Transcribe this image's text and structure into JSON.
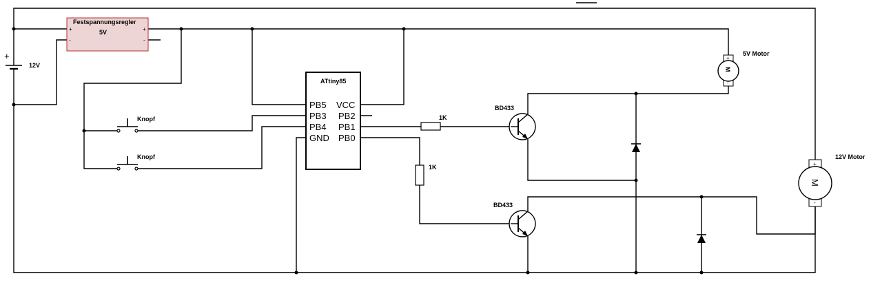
{
  "regulator": {
    "name": "Festspannungsregler",
    "voltage": "5V",
    "plus": "+",
    "minus": "-",
    "fill": "#edd5d5",
    "stroke": "#b03030"
  },
  "battery": {
    "label": "12V",
    "plus": "+"
  },
  "chip": {
    "name": "ATtiny85",
    "pins_left": [
      "PB5",
      "PB3",
      "PB4",
      "GND"
    ],
    "pins_right": [
      "VCC",
      "PB2",
      "PB1",
      "PB0"
    ]
  },
  "buttons": [
    {
      "label": "Knopf"
    },
    {
      "label": "Knopf"
    }
  ],
  "resistors": [
    {
      "label": "1K"
    },
    {
      "label": "1K"
    }
  ],
  "transistors": [
    {
      "label": "BD433"
    },
    {
      "label": "BD433"
    }
  ],
  "motor_small": {
    "label": "5V Motor",
    "symbol": "M",
    "plus": "+",
    "minus": "-"
  },
  "motor_large": {
    "label": "12V Motor",
    "symbol": "M",
    "plus": "+",
    "minus": "-"
  }
}
